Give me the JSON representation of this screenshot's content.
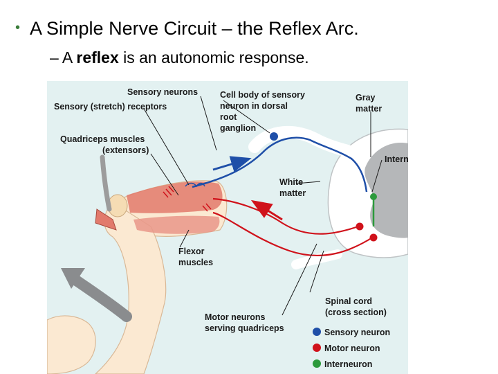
{
  "slide": {
    "bullet1": "A Simple Nerve Circuit – the Reflex Arc.",
    "bullet2_prefix": "– A ",
    "bullet2_bold": "reflex",
    "bullet2_suffix": " is an autonomic response."
  },
  "diagram": {
    "labels": {
      "sensory_neurons": "Sensory neurons",
      "sensory_receptors": "Sensory (stretch) receptors",
      "cell_body_1": "Cell body of sensory",
      "cell_body_2": "neuron in dorsal",
      "cell_body_3": "root",
      "cell_body_4": "ganglion",
      "gray_1": "Gray",
      "gray_2": "matter",
      "quad_1": "Quadriceps muscles",
      "quad_2": "(extensors)",
      "interneurons": "Interneurons",
      "white_1": "White",
      "white_2": "matter",
      "flexor_1": "Flexor",
      "flexor_2": "muscles",
      "spinal_1": "Spinal cord",
      "spinal_2": "(cross section)",
      "motor_1": "Motor neurons",
      "motor_2": "serving quadriceps"
    },
    "legend": [
      {
        "label": "Sensory neuron",
        "color": "#1f4fa8"
      },
      {
        "label": "Motor neuron",
        "color": "#d0121b"
      },
      {
        "label": "Interneuron",
        "color": "#2c9a3c"
      }
    ],
    "colors": {
      "background": "#e3f1f1",
      "sensory": "#1f4fa8",
      "motor": "#d0121b",
      "interneuron": "#2c9a3c",
      "gray_matter": "#b5b7b9",
      "skin": "#fbe9d2",
      "muscle": "#e27a6c",
      "arrow": "#8a8c8e"
    }
  }
}
